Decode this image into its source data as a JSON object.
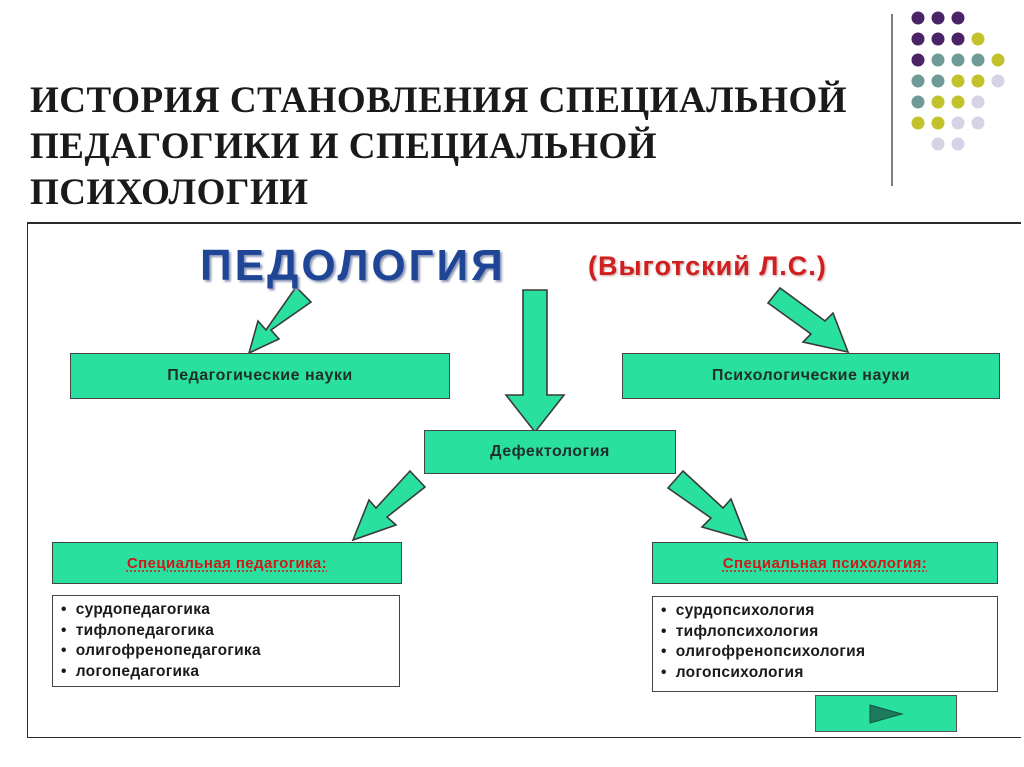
{
  "slide": {
    "title": "ИСТОРИЯ СТАНОВЛЕНИЯ СПЕЦИАЛЬНОЙ ПЕДАГОГИКИ И СПЕЦИАЛЬНОЙ ПСИХОЛОГИИ"
  },
  "decor": {
    "dot_colors": {
      "purple": "#4b2367",
      "teal": "#6f9a98",
      "olive": "#c2c22c",
      "lavender": "#d4d4e6"
    }
  },
  "diagram": {
    "heading": "ПЕДОЛОГИЯ",
    "author": "(Выготский Л.С.)",
    "boxes": {
      "pedagogical_sciences": "Педагогические науки",
      "psychological_sciences": "Психологические науки",
      "defectology": "Дефектология"
    },
    "special_pedagogy": {
      "header": "Специальная педагогика:",
      "items": [
        "сурдопедагогика",
        "тифлопедагогика",
        "олигофренопедагогика",
        "логопедагогика"
      ]
    },
    "special_psychology": {
      "header": "Специальная психология:",
      "items": [
        "сурдопсихология",
        "тифлопсихология",
        "олигофренопсихология",
        "логопсихология"
      ]
    },
    "colors": {
      "box_fill": "#2ae09f",
      "heading": "#1f4597",
      "author": "#d11f1f",
      "header_text": "#cc1a1a"
    }
  },
  "navigation": {
    "next_icon": "play-triangle-icon"
  }
}
